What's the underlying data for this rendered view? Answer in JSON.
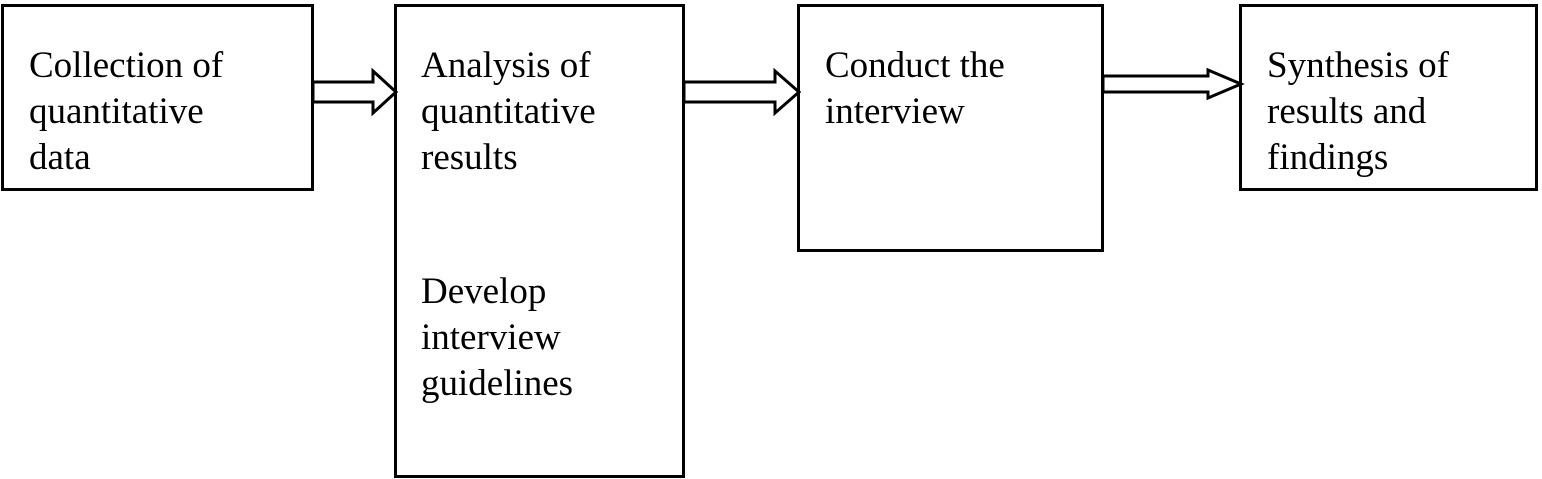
{
  "diagram": {
    "steps": [
      {
        "id": "collection",
        "lines": [
          "Collection of",
          "quantitative",
          "data"
        ]
      },
      {
        "id": "analysis",
        "lines": [
          "Analysis of",
          "quantitative",
          "results"
        ],
        "sub_lines": [
          "Develop",
          "interview",
          "guidelines"
        ]
      },
      {
        "id": "conduct",
        "lines": [
          "Conduct the",
          "interview"
        ]
      },
      {
        "id": "synthesis",
        "lines": [
          "Synthesis of",
          "results and",
          "findings"
        ]
      }
    ],
    "connections": [
      {
        "from": "collection",
        "to": "analysis"
      },
      {
        "from": "analysis",
        "to": "conduct"
      },
      {
        "from": "conduct",
        "to": "synthesis"
      }
    ],
    "colors": {
      "stroke": "#000000",
      "fill": "#ffffff",
      "text": "#000000"
    }
  }
}
